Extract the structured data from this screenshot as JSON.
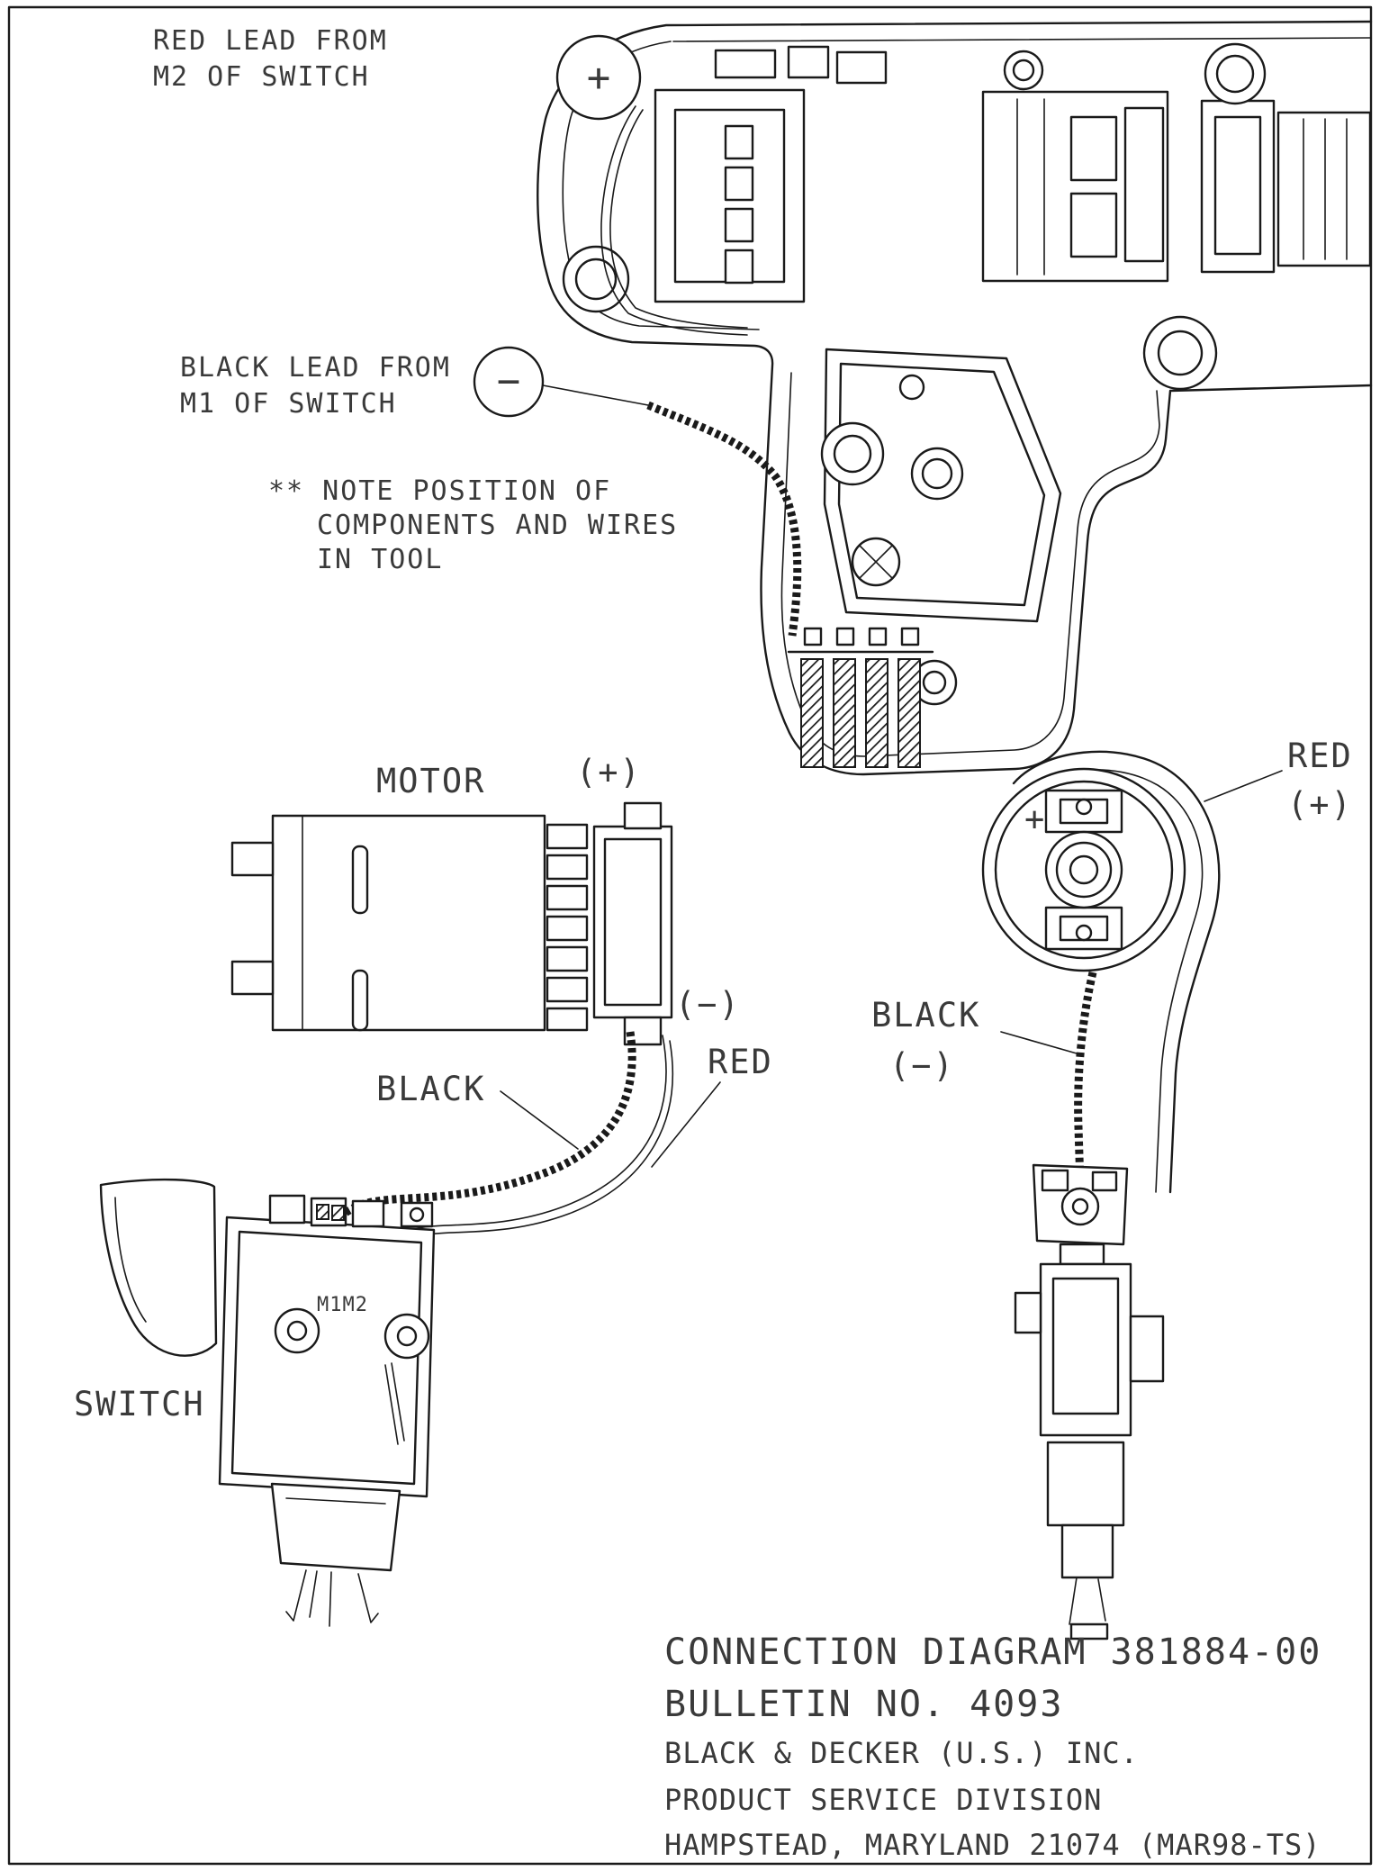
{
  "page": {
    "background": "#ffffff",
    "line_color": "#1a1a1a",
    "text_color": "#3a3a3a"
  },
  "callouts": {
    "red_lead": {
      "lines": [
        "RED LEAD FROM",
        "M2 OF SWITCH"
      ],
      "symbol": "+"
    },
    "black_lead": {
      "lines": [
        "BLACK LEAD FROM",
        "M1 OF SWITCH"
      ],
      "symbol": "−"
    },
    "note": {
      "lines": [
        "** NOTE POSITION OF",
        "COMPONENTS AND WIRES",
        "IN TOOL"
      ]
    }
  },
  "side_view": {
    "motor_label": "MOTOR",
    "plus_label": "(+)",
    "minus_label": "(−)",
    "black_label": "BLACK",
    "red_label": "RED",
    "switch_label": "SWITCH",
    "terminal_label": "M1M2"
  },
  "rear_view": {
    "red_label": "RED",
    "red_sign": "(+)",
    "black_label": "BLACK",
    "black_sign": "(−)",
    "polarity_mark": "+"
  },
  "title_block": {
    "lines": [
      "CONNECTION DIAGRAM 381884-00",
      "BULLETIN NO.  4093",
      "BLACK & DECKER (U.S.) INC.",
      "PRODUCT SERVICE DIVISION",
      "HAMPSTEAD, MARYLAND 21074 (MAR98-TS)"
    ]
  }
}
